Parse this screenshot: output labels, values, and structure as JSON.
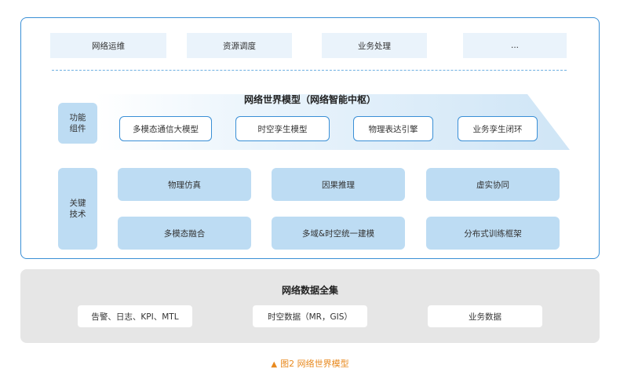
{
  "applications": [
    "网络运维",
    "资源调度",
    "业务处理",
    "..."
  ],
  "core_title": "网络世界模型（网络智能中枢）",
  "function_components": {
    "label_lines": [
      "功能",
      "组件"
    ],
    "items": [
      "多模态通信大模型",
      "时空孪生模型",
      "物理表达引擎",
      "业务孪生闭环"
    ]
  },
  "key_technologies": {
    "label_lines": [
      "关键",
      "技术"
    ],
    "items": [
      "物理仿真",
      "因果推理",
      "虚实协同",
      "多模态融合",
      "多域&时空统一建模",
      "分布式训练框架"
    ]
  },
  "data_layer": {
    "title": "网络数据全集",
    "items": [
      "告警、日志、KPI、MTL",
      "时空数据（MR，GIS）",
      "业务数据"
    ]
  },
  "caption": {
    "marker": "▲",
    "text": "图2 网络世界模型"
  },
  "colors": {
    "frame_blue": "#3a8fd6",
    "light_blue": "#bddcf3",
    "pale_blue": "#eaf3fb",
    "gray_panel": "#e6e6e6",
    "caption_orange": "#e8891e"
  }
}
